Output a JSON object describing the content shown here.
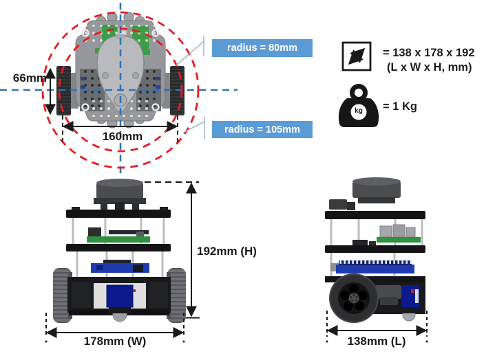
{
  "top_view": {
    "wheel_width_label": "66mm",
    "wheel_track_label": "160mm",
    "inner_radius_label": "radius = 80mm",
    "outer_radius_label": "radius = 105mm"
  },
  "spec_panel": {
    "size_icon": "resize-diagonal-icon",
    "size_value": "= 138 x 178 x 192",
    "size_unit": "(L x W x H, mm)",
    "weight_icon": "kettlebell-kg-icon",
    "weight_icon_label": "kg",
    "weight_value": "= 1 Kg"
  },
  "front_view": {
    "height_label": "192mm (H)",
    "width_label": "178mm (W)"
  },
  "side_view": {
    "length_label": "138mm (L)"
  },
  "colors": {
    "callout_bg": "#5b9bd5",
    "crosshair_blue": "#2e75b6",
    "radius_red": "#e81b22",
    "text": "#1a1a1a"
  }
}
